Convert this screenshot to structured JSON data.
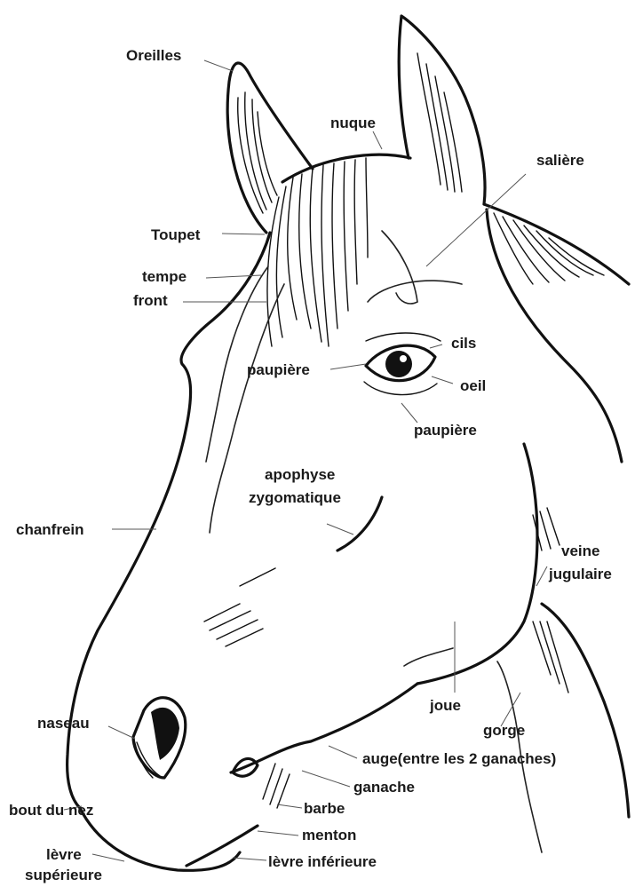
{
  "diagram": {
    "labels": {
      "oreilles": "Oreilles",
      "nuque": "nuque",
      "saliere": "salière",
      "toupet": "Toupet",
      "tempe": "tempe",
      "front": "front",
      "cils": "cils",
      "paupiere_sup": "paupière",
      "oeil": "oeil",
      "paupiere_inf": "paupière",
      "apophyse_1": "apophyse",
      "apophyse_2": "zygomatique",
      "chanfrein": "chanfrein",
      "veine_1": "veine",
      "veine_2": "jugulaire",
      "naseau": "naseau",
      "joue": "joue",
      "gorge": "gorge",
      "auge": "auge(entre les 2 ganaches)",
      "ganache": "ganache",
      "bout_du_nez": "bout du nez",
      "barbe": "barbe",
      "menton": "menton",
      "levre_1": "lèvre",
      "levre_2": "supérieure",
      "levre_inf": "lèvre inférieure"
    }
  }
}
